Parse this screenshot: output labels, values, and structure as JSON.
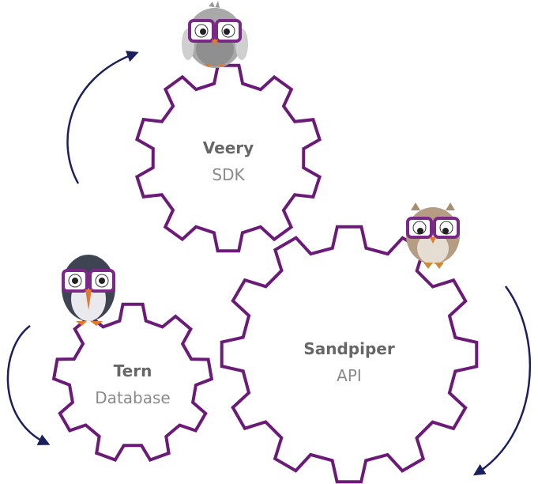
{
  "colors": {
    "gear_outline": "#6b1a78",
    "arrow": "#1b1f5e",
    "name_text": "#666666",
    "sub_text": "#8a8a8a",
    "glasses": "#7a2a86"
  },
  "gears": [
    {
      "name": "Veery",
      "subtitle": "SDK",
      "mascot": "grey-bird-with-glasses"
    },
    {
      "name": "Sandpiper",
      "subtitle": "API",
      "mascot": "brown-owl-with-glasses"
    },
    {
      "name": "Tern",
      "subtitle": "Database",
      "mascot": "penguin-tern-with-glasses"
    }
  ],
  "arrows": [
    "curved-arrow-up-right",
    "curved-arrow-down-right",
    "curved-arrow-down-left"
  ]
}
